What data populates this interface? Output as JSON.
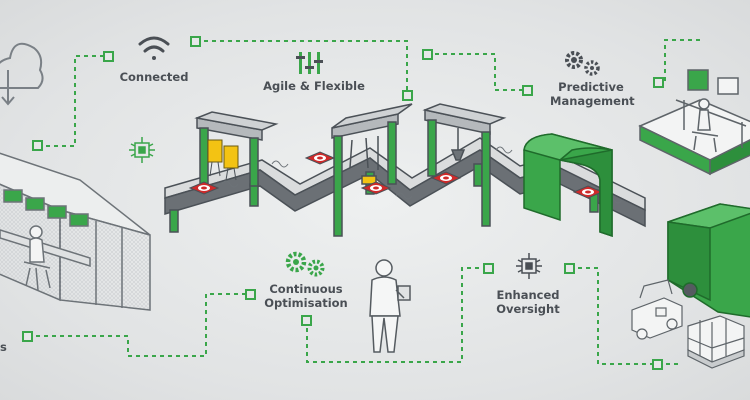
{
  "labels": {
    "connected": "Connected",
    "agile": "Agile & Flexible",
    "predictive_1": "Predictive",
    "predictive_2": "Management",
    "continuous_1": "Continuous",
    "continuous_2": "Optimisation",
    "enhanced_1": "Enhanced",
    "enhanced_2": "Oversight",
    "cut_left": "s"
  },
  "icons": {
    "connected": "wifi-icon",
    "agile": "sliders-icon",
    "predictive": "gears-icon",
    "continuous": "gears-icon",
    "enhanced": "chip-icon",
    "cloud": "cloud-download-icon"
  },
  "colors": {
    "brand_green": "#3aa64a",
    "dark_green": "#237a33",
    "outline": "#6d7378",
    "label": "#4a4f55",
    "robot_yellow": "#f3c313",
    "product_red": "#cf2a2a"
  }
}
